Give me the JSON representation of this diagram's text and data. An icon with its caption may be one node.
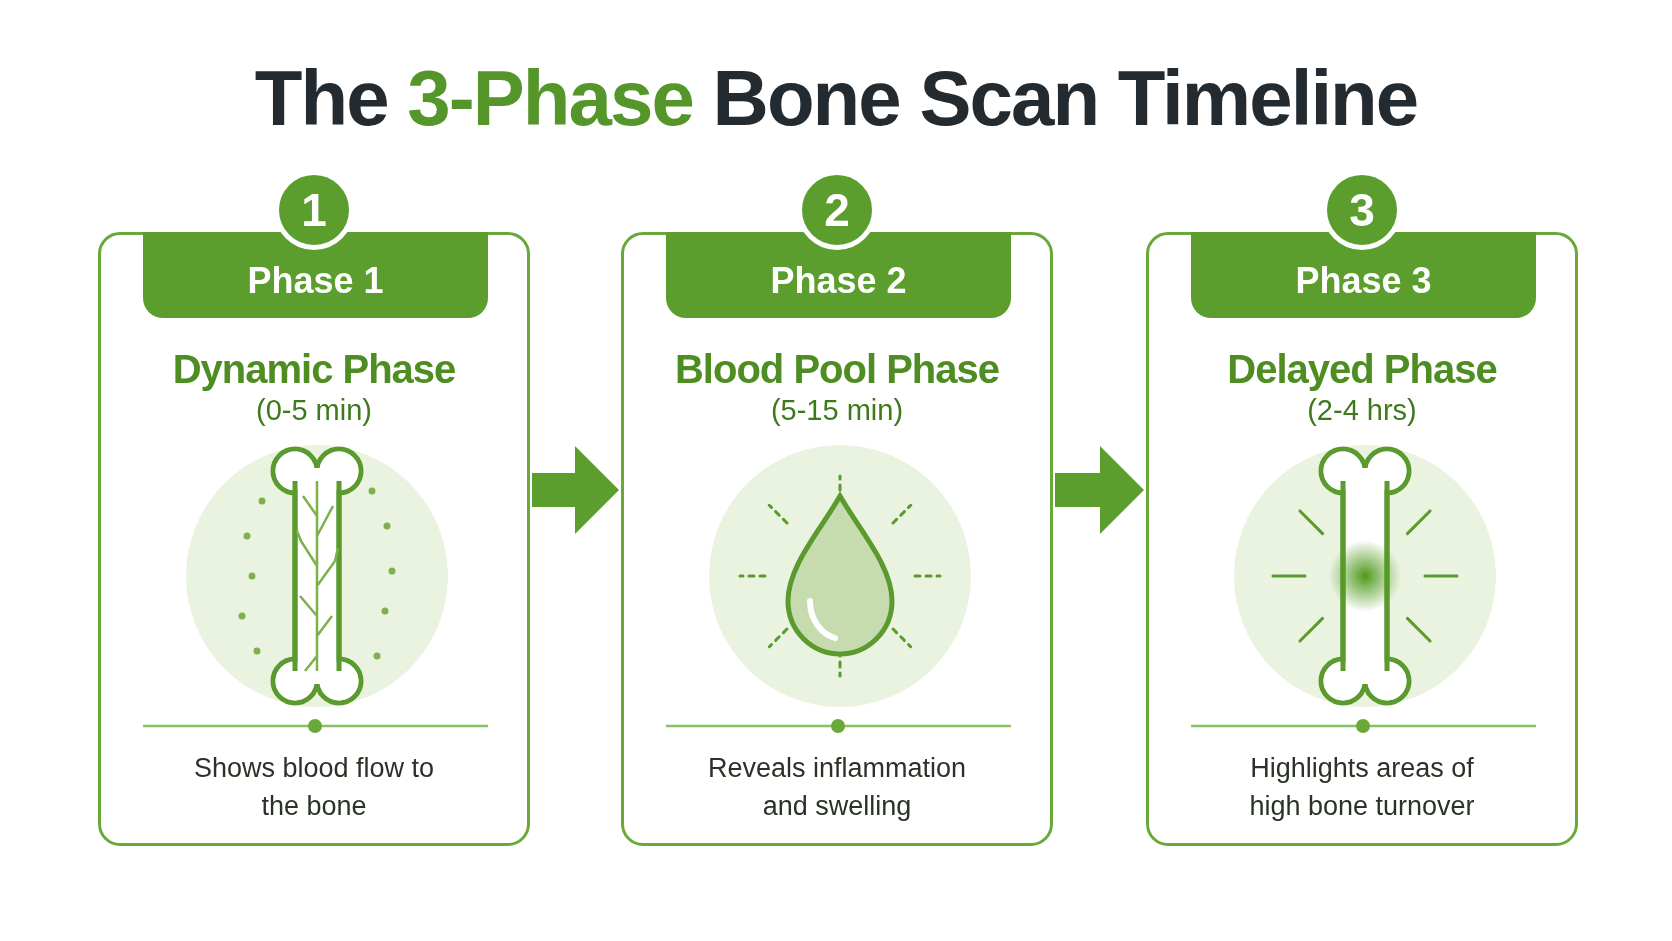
{
  "diagram": {
    "title": "The **3-Phase** Bone Scan Timeline",
    "nodes": [
      {
        "text": [
          "Dynamic Phase",
          "(0-5 min)",
          "Shows blood flow to the bone"
        ]
      },
      {
        "text": [
          "1"
        ]
      },
      {
        "text": [
          "Phase 1"
        ],
        "in": 0
      },
      {
        "text": [
          "Blood Pool Phase",
          "(5-15 min)",
          "Reveals inflammation and swelling"
        ]
      },
      {
        "text": [
          "2"
        ]
      },
      {
        "text": [
          "Phase 2"
        ],
        "in": 3
      },
      {
        "text": [
          "Delayed Phase",
          "(2-4 hrs)",
          "Highlights areas of high bone turnover"
        ]
      },
      {
        "text": [
          "3"
        ]
      },
      {
        "text": [
          "Phase 3"
        ],
        "in": 6
      }
    ],
    "edges": [
      {
        "from": 0,
        "to": 3,
        "arrow": "to"
      },
      {
        "from": 3,
        "to": 6,
        "arrow": "to"
      }
    ]
  }
}
